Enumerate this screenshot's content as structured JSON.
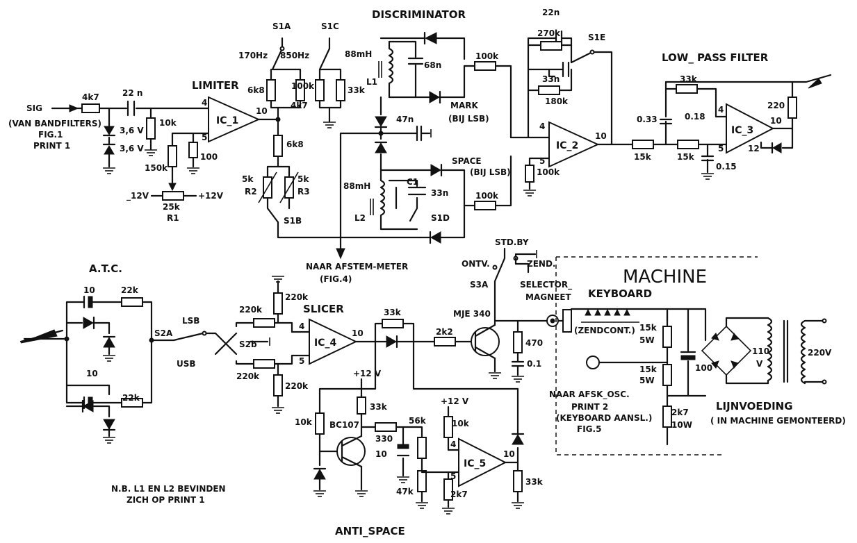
{
  "blocks": {
    "discriminator": "DISCRIMINATOR",
    "limiter": "LIMITER",
    "low_pass_filter": "LOW_ PASS FILTER",
    "atc": "A.T.C.",
    "slicer": "SLICER",
    "anti_space": "ANTI_SPACE",
    "machine": "MACHINE",
    "keyboard": "KEYBOARD",
    "voeding": "LIJNVOEDING",
    "voeding_note": "( IN MACHINE GEMONTEERD)"
  },
  "input": {
    "sig": "SIG",
    "from_line1": "(VAN BANDFILTERS)",
    "from_line2": "FIG.1",
    "from_line3": "PRINT 1"
  },
  "ics": {
    "ic1": "IC_1",
    "ic2": "IC_2",
    "ic3": "IC_3",
    "ic4": "IC_4",
    "ic5": "IC_5"
  },
  "switches": {
    "s1a": "S1A",
    "s1c": "S1C",
    "s1e": "S1E",
    "s1b": "S1B",
    "s1d": "S1D",
    "s2a": "S2A",
    "s2b": "S2b",
    "s3a": "S3A",
    "hz170": "170Hz",
    "hz850": "850Hz",
    "lsb": "LSB",
    "usb": "USB",
    "stdby": "STD.BY",
    "ontv": "ONTV.",
    "zend": "ZEND."
  },
  "components": {
    "r_4k7": "4k7",
    "c_22n": "22 n",
    "d_3v6a": "3,6 V",
    "d_3v6b": "3,6 V",
    "r_10k": "10k",
    "r_150k": "150k",
    "r_100": "100",
    "r_6k8a": "6k8",
    "r_100k_top": "100k",
    "r_4k7b": "4k7",
    "r_33k_top": "33k",
    "r_6k8b": "6k8",
    "r_5k_r2": "5k",
    "lbl_r2": "R2",
    "r_5k_r3": "5k",
    "lbl_r3": "R3",
    "minus12": "_12V",
    "plus12": "+12V",
    "r_25k": "25k",
    "lbl_r1": "R1",
    "l1_val": "88mH",
    "lbl_l1": "L1",
    "c_68n": "68n",
    "c_47n": "47n",
    "l2_val": "88mH",
    "lbl_l2": "L2",
    "lbl_c1": "C1",
    "c_33n": "33n",
    "r_100k_mark": "100k",
    "r_100k_space": "100k",
    "c_22n_lp": "22n",
    "r_270k": "270k",
    "c_33n_lp": "33n",
    "r_180k": "180k",
    "r_100k_ic2": "100k",
    "r_33k_lp": "33k",
    "c_033": "0.33",
    "c_018": "0.18",
    "r_15k_a": "15k",
    "r_15k_b": "15k",
    "c_015": "0.15",
    "r_220": "220",
    "r_22k_a": "22k",
    "r_22k_b": "22k",
    "c_10u_a": "10",
    "c_10u_b": "10",
    "r_220k_a": "220k",
    "r_220k_b": "220k",
    "r_220k_c": "220k",
    "r_220k_d": "220k",
    "r_33k_sl": "33k",
    "r_2k2": "2k2",
    "mje340": "MJE 340",
    "r_470": "470",
    "c_01": "0.1",
    "plus12_b": "+12 V",
    "r_33k_as": "33k",
    "r_10k_as": "10k",
    "bc107": "BC107",
    "r_330": "330",
    "r_56k": "56k",
    "c_10u_as": "10",
    "r_47k": "47k",
    "plus12_c": "+12 V",
    "r_10k_b": "10k",
    "r_2k7_b": "2k7",
    "r_33k_as2": "33k",
    "r_15k_5w_a": "15k",
    "w5_a": "5W",
    "r_15k_5w_b": "15k",
    "w5_b": "5W",
    "r_2k7_10w": "2k7",
    "w10": "10W",
    "c_100u": "100",
    "v110": "110",
    "v_unit": "V",
    "v220": "220V"
  },
  "pins": {
    "ic1_in": "4",
    "ic1_b": "5",
    "ic1_out": "10",
    "ic2_in": "4",
    "ic2_b": "5",
    "ic2_out": "10",
    "ic3_in": "4",
    "ic3_b": "5",
    "ic3_out": "10",
    "ic3_12": "12",
    "ic4_in": "4",
    "ic4_b": "5",
    "ic4_out": "10",
    "ic5_in": "4",
    "ic5_b": "5",
    "ic5_out": "10"
  },
  "notes": {
    "mark": "MARK",
    "mark_note": "(BIJ LSB)",
    "space": "SPACE",
    "space_note": "(BIJ LSB)",
    "afstem": "NAAR AFSTEM-METER",
    "afstem_fig": "(FIG.4)",
    "selector1": "SELECTOR_",
    "selector2": "MAGNEET",
    "zendcont": "(ZENDCONT.)",
    "afsk1": "NAAR AFSK_OSC.",
    "afsk2": "PRINT 2",
    "afsk3": "(KEYBOARD AANSL.)",
    "afsk4": "FIG.5",
    "nb1": "N.B. L1 EN L2 BEVINDEN",
    "nb2": "ZICH OP PRINT 1"
  }
}
